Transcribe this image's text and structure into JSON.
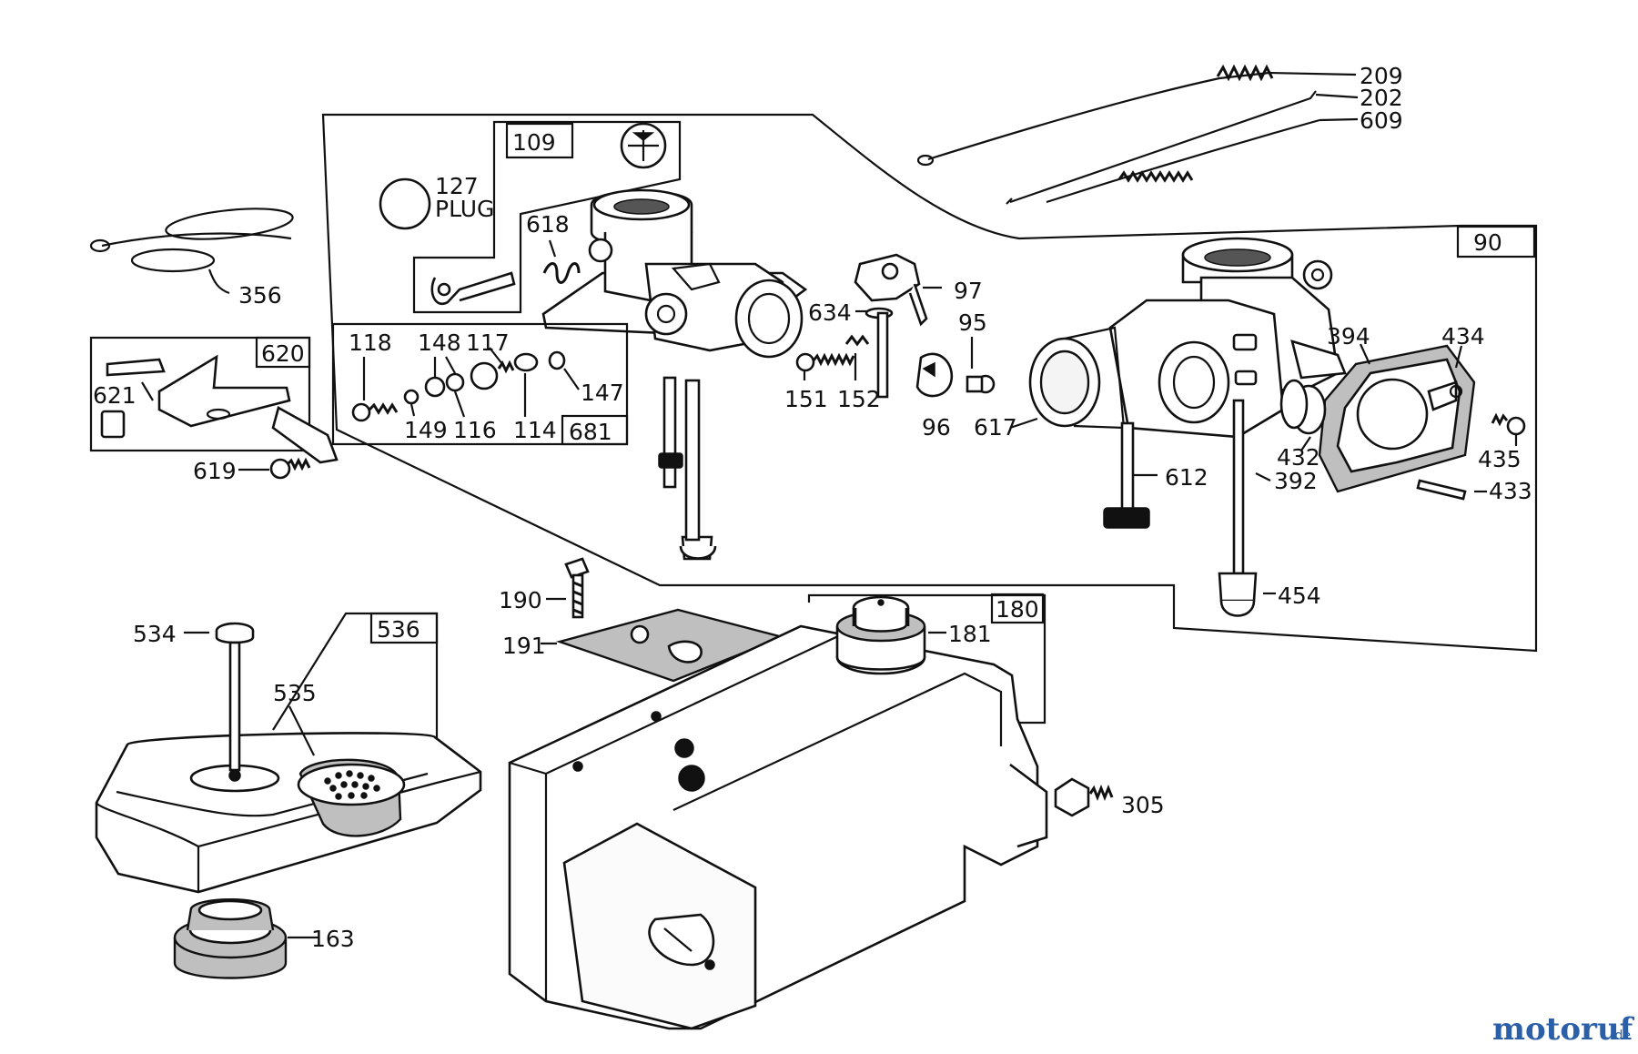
{
  "diagram": {
    "callouts": {
      "c209": "209",
      "c202": "202",
      "c609": "609",
      "c109": "109",
      "c127": "127",
      "plug": "PLUG",
      "c618": "618",
      "c356": "356",
      "c620": "620",
      "c621": "621",
      "c619": "619",
      "c97": "97",
      "c634": "634",
      "c95": "95",
      "c151": "151",
      "c152": "152",
      "c96": "96",
      "c118": "118",
      "c148": "148",
      "c117": "117",
      "c147": "147",
      "c149": "149",
      "c116": "116",
      "c114": "114",
      "c681": "681",
      "c90": "90",
      "c394": "394",
      "c434": "434",
      "c617": "617",
      "c432": "432",
      "c392": "392",
      "c435": "435",
      "c433": "433",
      "c612": "612",
      "c454": "454",
      "c190": "190",
      "c191": "191",
      "c180": "180",
      "c181": "181",
      "c534": "534",
      "c536": "536",
      "c535": "535",
      "c305": "305",
      "c163": "163"
    },
    "watermark": {
      "brand": "motoruf",
      "suffix": ".de"
    },
    "colors": {
      "ink": "#111111",
      "paper": "#ffffff",
      "watermark_blue": "#2b5fa8",
      "watermark_orange": "#e58a1f"
    }
  }
}
